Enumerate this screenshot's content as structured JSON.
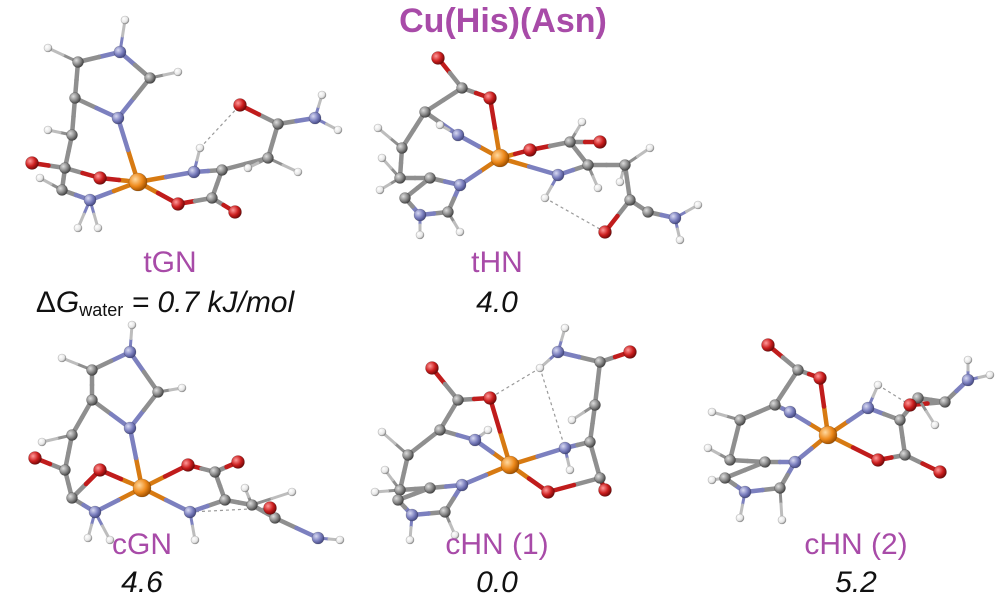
{
  "title": "Cu(His)(Asn)",
  "delta_g": {
    "symbol": "Δ",
    "variable": "G",
    "subscript": "water",
    "value_text": "= 0.7 kJ/mol"
  },
  "conformers": [
    {
      "name": "tGN",
      "energy": "0.7"
    },
    {
      "name": "tHN",
      "energy": "4.0"
    },
    {
      "name": "cGN",
      "energy": "4.6"
    },
    {
      "name": "cHN (1)",
      "energy": "0.0"
    },
    {
      "name": "cHN (2)",
      "energy": "5.2"
    }
  ],
  "colors": {
    "title": "#a84ba8",
    "label": "#a84ba8",
    "copper": "#ee8a1c",
    "nitrogen": "#7c80bf",
    "oxygen": "#cc1f1f",
    "carbon": "#8a8a8a",
    "hydrogen": "#f2f2f2",
    "bond": "#8f8f8f"
  }
}
